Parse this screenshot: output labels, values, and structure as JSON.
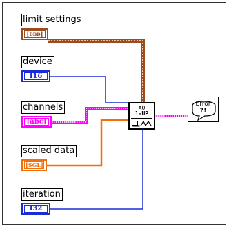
{
  "controls": {
    "limit_settings": {
      "label": "limit settings",
      "type_tag": "[ᴅʙᴅ]"
    },
    "device": {
      "label": "device",
      "type_tag": "I16"
    },
    "channels": {
      "label": "channels",
      "type_tag": "[abc]"
    },
    "scaled_data": {
      "label": "scaled data",
      "type_tag": "[SGL]"
    },
    "iteration": {
      "label": "iteration",
      "type_tag": "I32"
    }
  },
  "subvi": {
    "line1": "AO",
    "line2": "1-UP",
    "icon": "analog-output-waveform-icon"
  },
  "error_handler": {
    "line1": "Error",
    "line2": "?!",
    "icon": "error-speech-bubble-icon"
  },
  "colors": {
    "cluster_wire": "#9c4b1e",
    "int_wire": "#1c2bd8",
    "string_wire": "#ff00ff",
    "float_wire": "#f07010"
  }
}
